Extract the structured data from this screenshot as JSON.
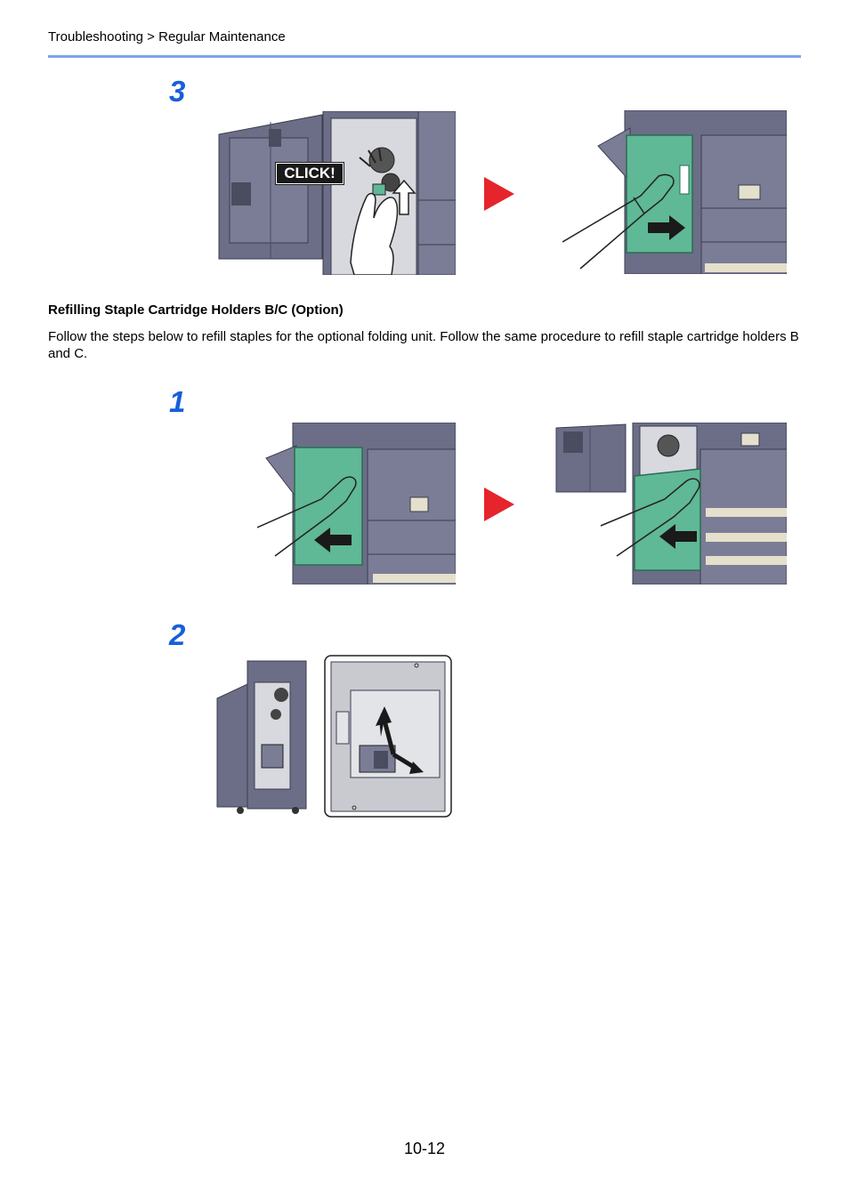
{
  "header": {
    "breadcrumb": "Troubleshooting > Regular Maintenance",
    "rule_color": "#7aa7e8"
  },
  "steps": {
    "step_3": "3",
    "step_1": "1",
    "step_2": "2"
  },
  "figure_labels": {
    "click": "CLICK!"
  },
  "section": {
    "title": "Refilling Staple Cartridge Holders B/C (Option)",
    "body": "Follow the steps below to refill staples for the optional folding unit. Follow the same procedure to refill staple cartridge holders B and C."
  },
  "footer": {
    "page_number": "10-12"
  },
  "colors": {
    "step_number": "#1660d8",
    "machine_body": "#6b6e86",
    "cover_green": "#5fb896",
    "arrow_red": "#e5242b"
  }
}
